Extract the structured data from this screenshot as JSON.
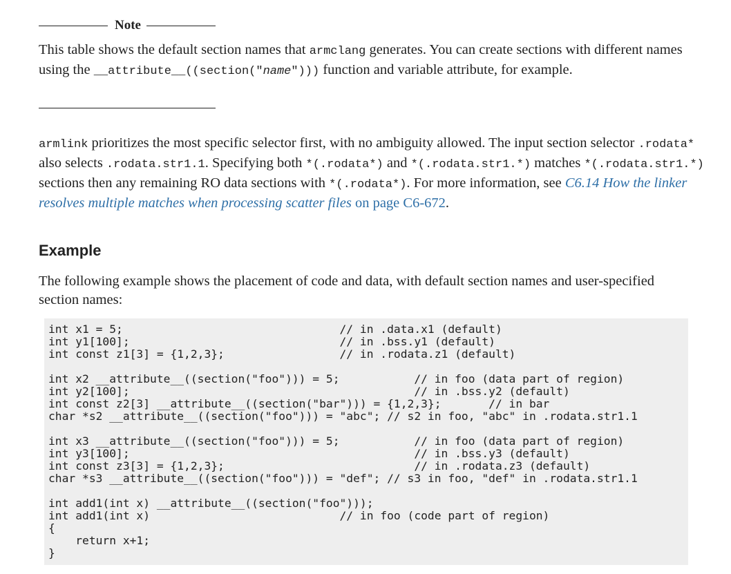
{
  "note": {
    "title": "Note",
    "text_1": "This table shows the default section names that ",
    "code_1": "armclang",
    "text_2": " generates. You can create sections with different names using the ",
    "code_2a": "__attribute__((section(\"",
    "code_2b": "name",
    "code_2c": "\")))",
    "text_3": " function and variable attribute, for example."
  },
  "priority": {
    "code_1": "armlink",
    "text_1": " prioritizes the most specific selector first, with no ambiguity allowed. The input section selector ",
    "code_2": ".rodata*",
    "text_2": " also selects ",
    "code_3": ".rodata.str1.1",
    "text_3": ". Specifying both ",
    "code_4": "*(.rodata*)",
    "text_4": " and ",
    "code_5": "*(.rodata.str1.*)",
    "text_5": " matches ",
    "code_6": "*(.rodata.str1.*)",
    "text_6": " sections then any remaining RO data sections with ",
    "code_7": "*(.rodata*)",
    "text_7": ". For more information, see ",
    "link_italic": "C6.14 How the linker resolves multiple matches when processing scatter files",
    "link_plain": "on page C6-672",
    "text_8": "."
  },
  "example": {
    "heading": "Example",
    "intro": "The following example shows the placement of code and data, with default section names and user-specified section names:",
    "code_lines": [
      "int x1 = 5;                                // in .data.x1 (default)",
      "int y1[100];                               // in .bss.y1 (default)",
      "int const z1[3] = {1,2,3};                 // in .rodata.z1 (default)",
      "",
      "int x2 __attribute__((section(\"foo\"))) = 5;           // in foo (data part of region)",
      "int y2[100];                                          // in .bss.y2 (default)",
      "int const z2[3] __attribute__((section(\"bar\"))) = {1,2,3};       // in bar",
      "char *s2 __attribute__((section(\"foo\"))) = \"abc\"; // s2 in foo, \"abc\" in .rodata.str1.1",
      "",
      "int x3 __attribute__((section(\"foo\"))) = 5;           // in foo (data part of region)",
      "int y3[100];                                          // in .bss.y3 (default)",
      "int const z3[3] = {1,2,3};                            // in .rodata.z3 (default)",
      "char *s3 __attribute__((section(\"foo\"))) = \"def\"; // s3 in foo, \"def\" in .rodata.str1.1",
      "",
      "int add1(int x) __attribute__((section(\"foo\")));",
      "int add1(int x)                            // in foo (code part of region)",
      "{",
      "    return x+1;",
      "}"
    ]
  }
}
